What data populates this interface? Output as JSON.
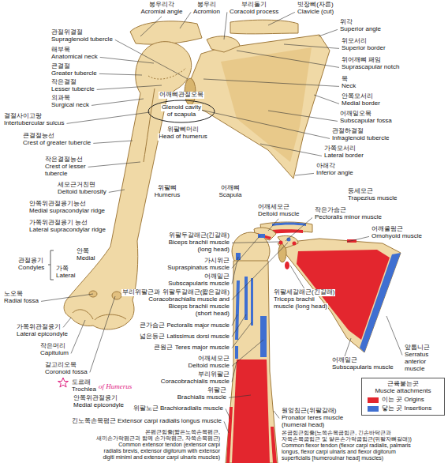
{
  "diagram": {
    "labels": [
      "봉우리각",
      "Acromial angle",
      "봉우리",
      "Acromion",
      "부리돌기",
      "Coracoid process",
      "빗장뼈(자른)",
      "Clavicle (cut)",
      "위각",
      "Superior angle",
      "위모서리",
      "Superior border",
      "위어깨뼈 패임",
      "Suprascapular notch",
      "목",
      "Neck",
      "안쪽모서리",
      "Medial border",
      "어깨밑오목",
      "Subscapular fossa",
      "관절하결절",
      "Infraglenoid tubercle",
      "가쪽모서리",
      "Lateral border",
      "아래각",
      "Inferior angle",
      "관절위결절",
      "Supraglenoid tubercle",
      "해부목",
      "Anatomical neck",
      "큰결절",
      "Greater tubercle",
      "작은결절",
      "Lesser tubercle",
      "외과목",
      "Surgical neck",
      "결절사이고랑",
      "Intertubercular sulcus",
      "큰결절능선",
      "Crest of greater tubercle",
      "작은결절능선",
      "Crest of lesser",
      "tubercle",
      "세모근거친면",
      "Deltoid tuberosity",
      "안쪽위관절융기능선",
      "Medial supracondylar ridge",
      "가쪽위관절융기 능선",
      "Lateral supracondylar ridge",
      "안쪽",
      "Medial",
      "가쪽",
      "Lateral",
      "관절융기",
      "Condyles",
      "노오목",
      "Radial fossa",
      "가쪽위관절융기",
      "Lateral epicondyle",
      "작은머리",
      "Capitulum",
      "갈고리오목",
      "Coronoid fossa",
      "도르래",
      "Trochlea",
      "of Humerus",
      "안쪽위관절융기",
      "Medial epicondyle",
      "어깨뼈관절오목",
      "Glenoid cavity",
      "of scapula",
      "위팔뼈머리",
      "Head of humerus",
      "위팔뼈",
      "Humerus",
      "어깨뼈",
      "Scapula",
      "등세모근",
      "Trapezius muscle",
      "어깨세모근",
      "Deltoid muscle",
      "작은가슴근",
      "Pectoralis minor muscle",
      "어깨올림근",
      "Omohyoid muscle",
      "위팔두갈래근(긴갈래)",
      "Biceps brachii muscle",
      "(long head)",
      "가시위근",
      "Supraspinatus muscle",
      "어깨밑근",
      "Subscapularis muscle",
      "부리위팔근과 위팔두갈래근(짧은갈래)",
      "Coracobrachialis muscle and",
      "Biceps brachii muscle",
      "(short head)",
      "큰가슴근 Pectoralis major muscle",
      "넓은등근 Latissimus dorsi muscle",
      "큰원근 Teres major muscle",
      "어깨세모근",
      "Deltoid muscle",
      "부리위팔근",
      "Coracobrachialis muscle",
      "위팔근",
      "Brachialis muscle",
      "위팔노근 Brachioradialis muscle",
      "긴노쪽손목폄근 Extensor carpi radialis longus muscle",
      "온폄근힘줄(짧은노쪽손목폄근,",
      "새끼손가락폄근과 함께 손가락폄근, 자쪽손목폄근)",
      "Common extensor tendon (extensor carpi",
      "radialis brevis, extensor digitorum with extensor",
      "digiti minimi and extensor carpi ulnaris muscles)",
      "위팔세갈래근(긴갈래)",
      "Triceps brachii",
      "muscle (long head)",
      "어깨밑근",
      "Subscapularis muscle",
      "앞톱니근",
      "Serratus",
      "anterior",
      "muscle",
      "근육붙는곳",
      "Muscle attachments",
      "원엎침근(위팔갈래)",
      "Pronator teres muscle",
      "(humeral head)",
      "온굽힘근힘줄(노쪽손목굽힘근, 긴손바닥근과",
      "자쪽손목굽힘근 및 얕은손가락굽힘근(위팔자뼈갈래))",
      "Common flexor tendon (flexor carpi radialis, palmaris",
      "longus, flexor carpi ulnaris and flexor digitorum",
      "superficialis [humeroulnar head] muscles)"
    ],
    "legend": [
      {
        "text": "이는 곳 Origins",
        "color": "#e3262e"
      },
      {
        "text": "닿는 곳 Insertions",
        "color": "#3f6fd1"
      }
    ]
  }
}
